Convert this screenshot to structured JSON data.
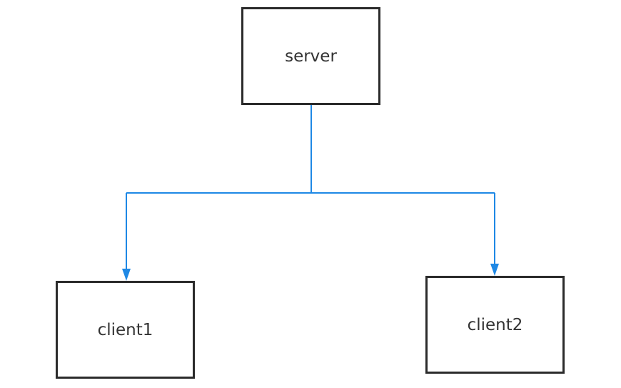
{
  "colors": {
    "connector": "#1e88e5",
    "node_border": "#2b2b2b",
    "node_text": "#333333",
    "background": "#ffffff"
  },
  "nodes": {
    "server": {
      "label": "server"
    },
    "client1": {
      "label": "client1"
    },
    "client2": {
      "label": "client2"
    }
  },
  "edges": [
    {
      "from": "server",
      "to": "client1",
      "arrow": "end"
    },
    {
      "from": "server",
      "to": "client2",
      "arrow": "end"
    }
  ]
}
